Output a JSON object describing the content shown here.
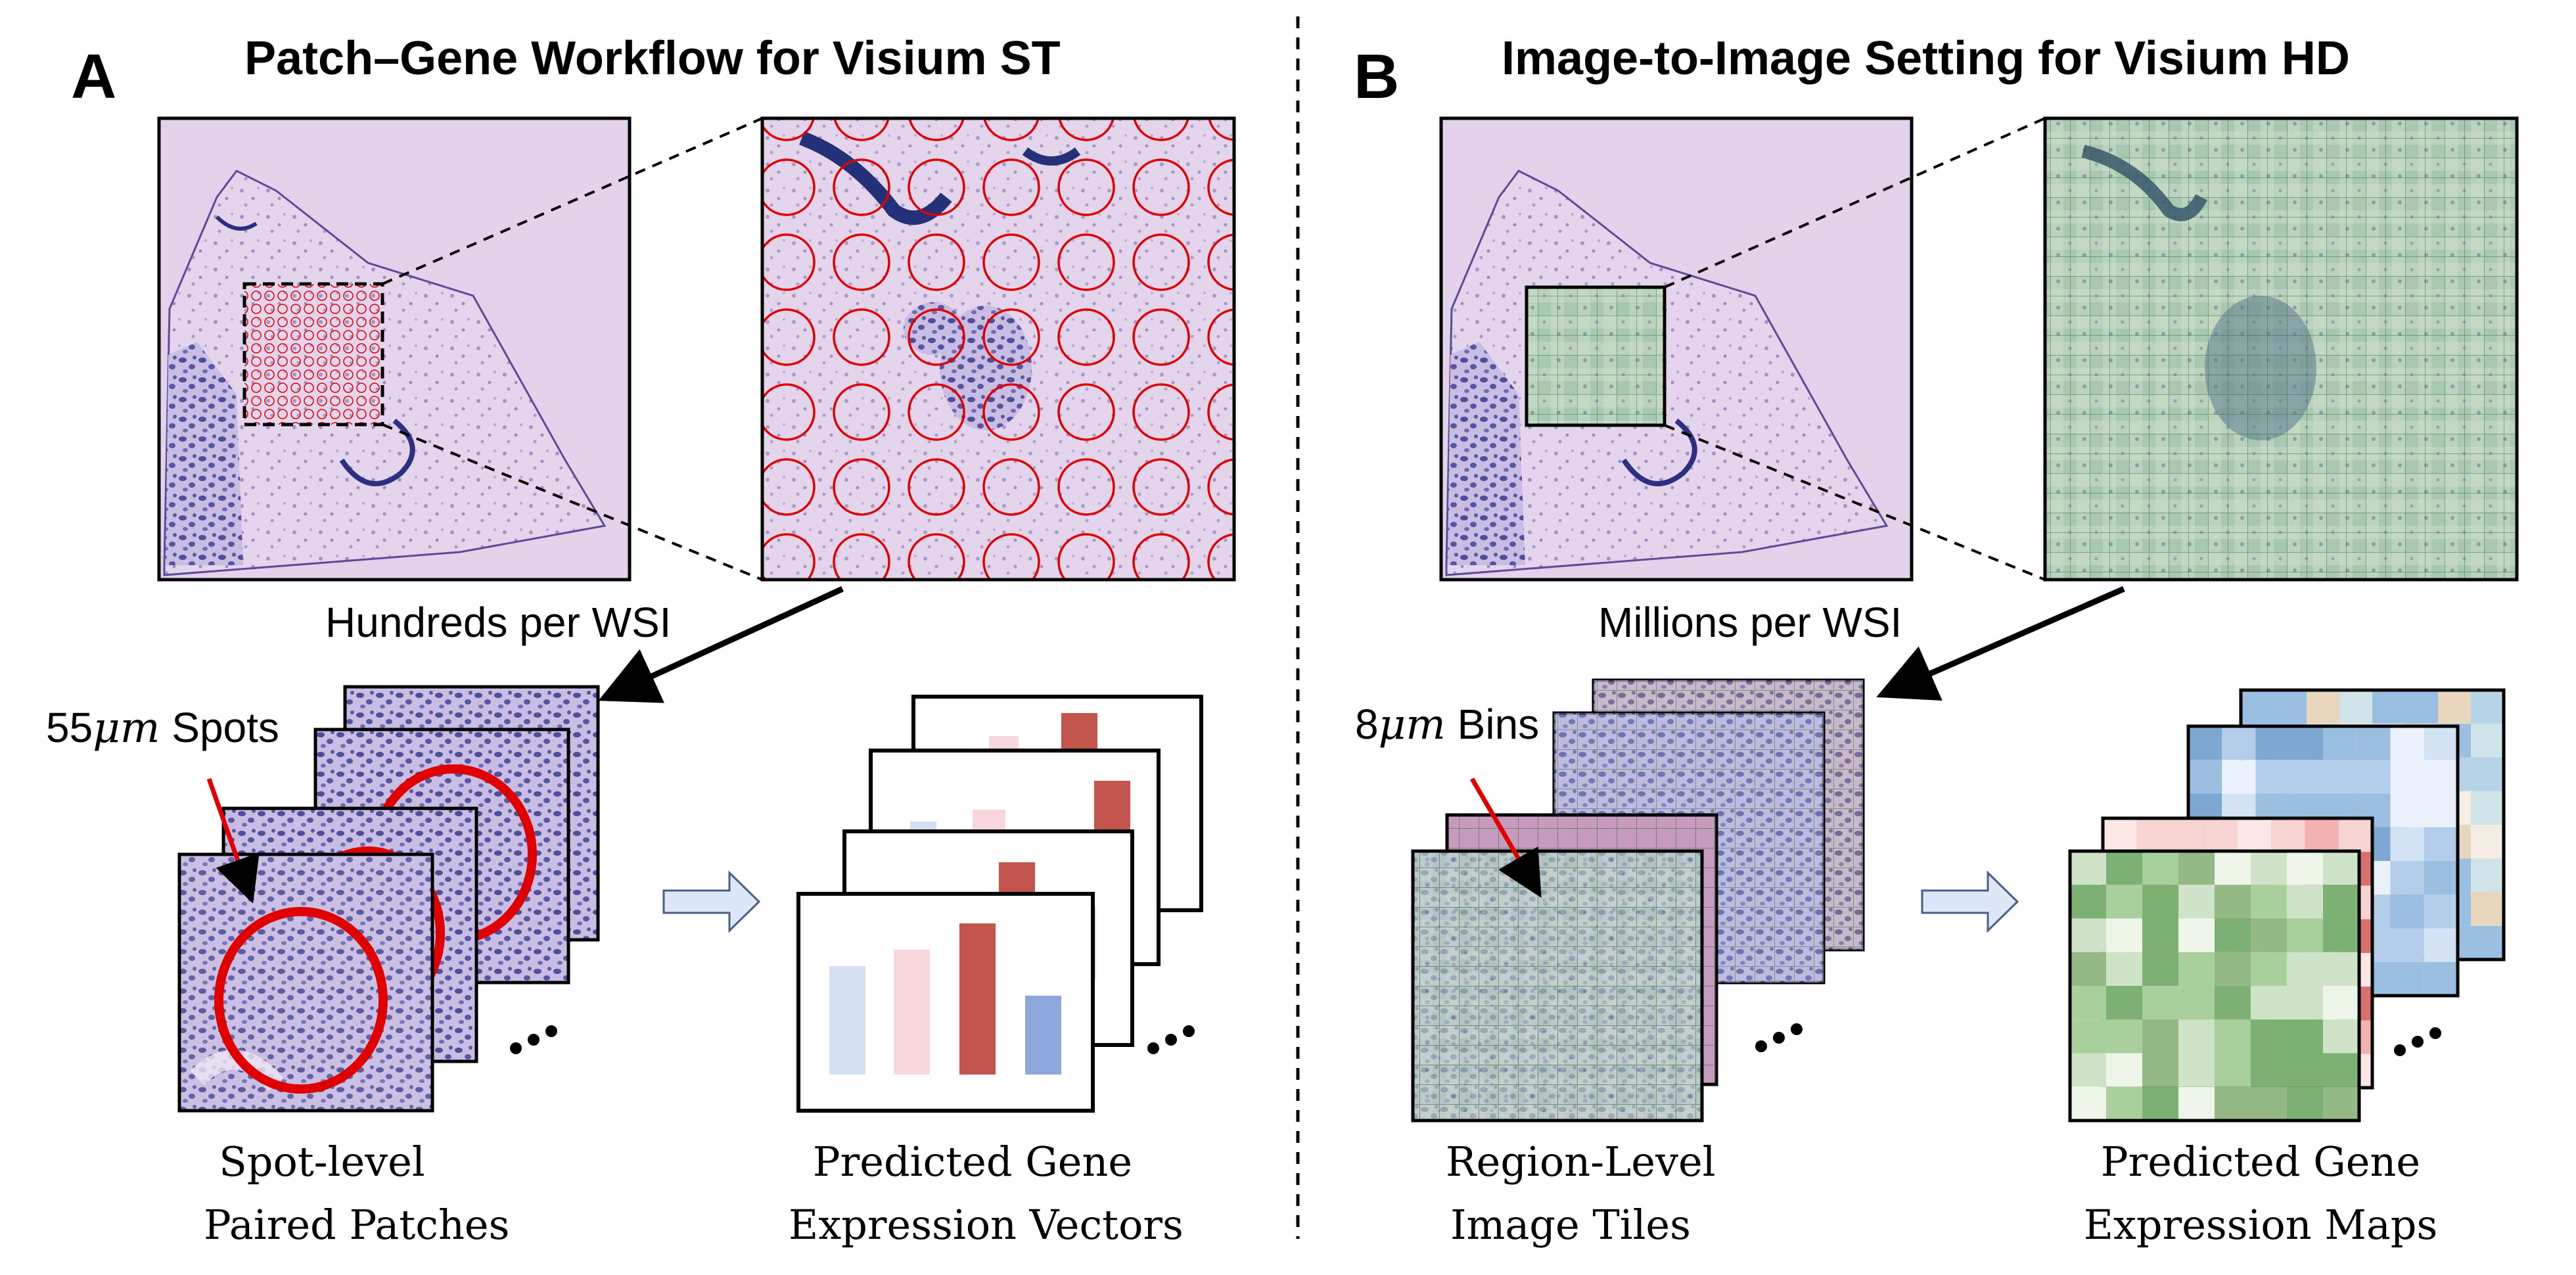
{
  "panel_a": {
    "letter": "A",
    "title": "Patch–Gene Workflow for Visium ST",
    "count_label": "Hundreds per WSI",
    "spot_label_value": "55",
    "spot_label_unit": "μm",
    "spot_label_rest": " Spots",
    "caption_left_line1": "Spot-level",
    "caption_left_line2": "Paired Patches",
    "caption_right_line1": "Predicted Gene",
    "caption_right_line2": "Expression Vectors"
  },
  "panel_b": {
    "letter": "B",
    "title": "Image-to-Image Setting for Visium HD",
    "count_label": "Millions per WSI",
    "bin_label_value": "8",
    "bin_label_unit": "μm",
    "bin_label_rest": " Bins",
    "caption_left_line1": "Region-Level",
    "caption_left_line2": "Image Tiles",
    "caption_right_line1": "Predicted Gene",
    "caption_right_line2": "Expression Maps"
  },
  "colors": {
    "tissue_bg": "#e3d3ea",
    "tissue_stain": "#3c3f8f",
    "spot_circle": "#e00000",
    "bar_light_blue": "#d3dff2",
    "bar_light_pink": "#f7d7dc",
    "bar_red": "#c3544e",
    "bar_blue": "#8ea8dd",
    "arrow_fill": "#dce7f7",
    "grid_green": "#2e6b3c",
    "map_green": "#7db173",
    "map_blue": "#9bbfe0",
    "map_red": "#e88b88"
  }
}
